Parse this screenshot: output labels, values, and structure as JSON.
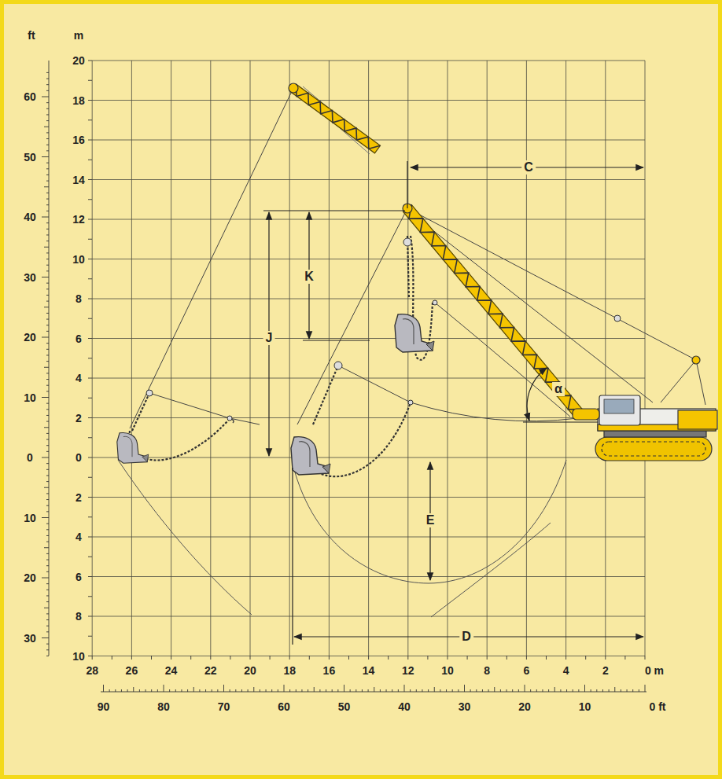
{
  "diagram": {
    "labels": [
      "ft",
      "m",
      "20",
      "18",
      "16",
      "14",
      "12",
      "10",
      "8",
      "6",
      "4",
      "2",
      "0",
      "2",
      "4",
      "6",
      "8",
      "10",
      "60",
      "50",
      "40",
      "30",
      "20",
      "10",
      "0",
      "10",
      "20",
      "30",
      "28",
      "26",
      "24",
      "22",
      "20",
      "18",
      "16",
      "14",
      "12",
      "10",
      "8",
      "6",
      "4",
      "2",
      "0 m",
      "90",
      "80",
      "70",
      "60",
      "50",
      "40",
      "30",
      "20",
      "10",
      "0 ft",
      "C",
      "K",
      "J",
      "α",
      "E",
      "D"
    ]
  }
}
